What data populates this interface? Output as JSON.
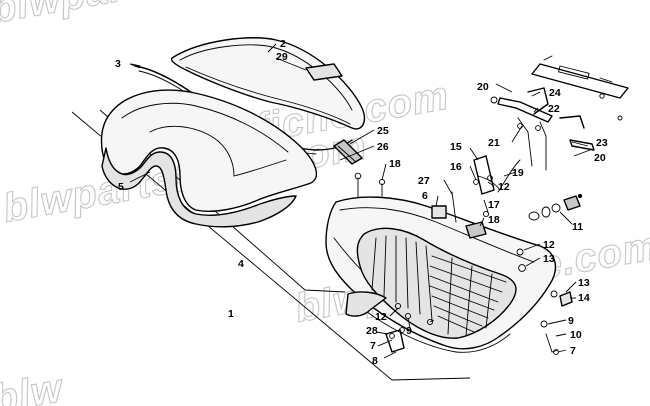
{
  "watermark": {
    "text": "blwpartsfiche.com",
    "instances": [
      {
        "id": "top-left",
        "text": "blwparts"
      },
      {
        "id": "upper-right",
        "text": "fiche.com"
      },
      {
        "id": "middle",
        "text": "blwpartsfiche.com"
      },
      {
        "id": "lower",
        "text": "blwpartsfiche.com"
      },
      {
        "id": "bottom-left",
        "text": "blw"
      }
    ]
  },
  "callouts": [
    {
      "id": "c2",
      "label": "2"
    },
    {
      "id": "c29",
      "label": "29"
    },
    {
      "id": "c3",
      "label": "3"
    },
    {
      "id": "c5",
      "label": "5"
    },
    {
      "id": "c25",
      "label": "25"
    },
    {
      "id": "c26",
      "label": "26"
    },
    {
      "id": "c18a",
      "label": "18"
    },
    {
      "id": "c20a",
      "label": "20"
    },
    {
      "id": "c24",
      "label": "24"
    },
    {
      "id": "c22",
      "label": "22"
    },
    {
      "id": "c21",
      "label": "21"
    },
    {
      "id": "c23",
      "label": "23"
    },
    {
      "id": "c20b",
      "label": "20"
    },
    {
      "id": "c15",
      "label": "15"
    },
    {
      "id": "c16",
      "label": "16"
    },
    {
      "id": "c12a",
      "label": "12"
    },
    {
      "id": "c19",
      "label": "19"
    },
    {
      "id": "c27",
      "label": "27"
    },
    {
      "id": "c6",
      "label": "6"
    },
    {
      "id": "c17",
      "label": "17"
    },
    {
      "id": "c18b",
      "label": "18"
    },
    {
      "id": "c11",
      "label": "11"
    },
    {
      "id": "c12b",
      "label": "12"
    },
    {
      "id": "c13a",
      "label": "13"
    },
    {
      "id": "c4",
      "label": "4"
    },
    {
      "id": "c13b",
      "label": "13"
    },
    {
      "id": "c14",
      "label": "14"
    },
    {
      "id": "c1",
      "label": "1"
    },
    {
      "id": "c12c",
      "label": "12"
    },
    {
      "id": "c9a",
      "label": "9"
    },
    {
      "id": "c9b",
      "label": "9"
    },
    {
      "id": "c28",
      "label": "28"
    },
    {
      "id": "c7a",
      "label": "7"
    },
    {
      "id": "c10",
      "label": "10"
    },
    {
      "id": "c8",
      "label": "8"
    },
    {
      "id": "c7b",
      "label": "7"
    }
  ]
}
